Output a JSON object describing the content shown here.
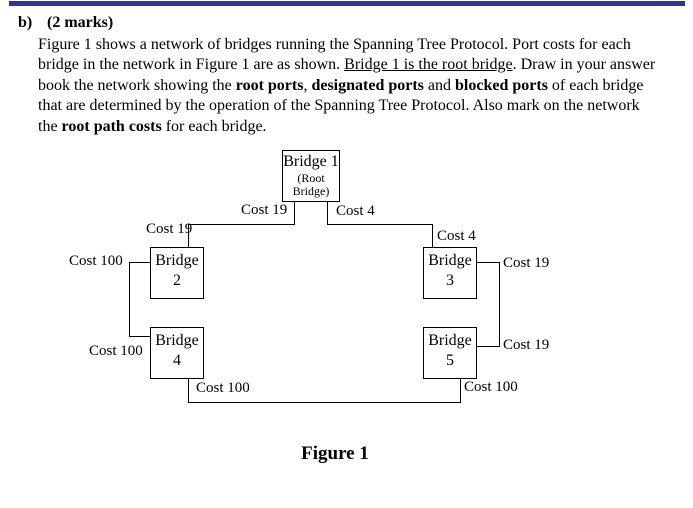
{
  "meta": {
    "top_bar_color": "#2c3792"
  },
  "question": {
    "label": "b)",
    "marks": "(2 marks)",
    "lines": [
      {
        "t1": "Figure 1 shows a network of bridges running the Spanning Tree Protocol. Port costs for each"
      },
      {
        "t1": "bridge in the network in Figure 1 are as shown. ",
        "u": "Bridge 1 is the root bridge",
        "t2": ". Draw in your answer"
      },
      {
        "t1": "book the network showing the ",
        "b1": "root ports",
        "t2": ", ",
        "b2": "designated ports",
        "t3": " and ",
        "b3": "blocked ports",
        "t4": " of each bridge"
      },
      {
        "t1": "that are determined by the operation of the Spanning Tree Protocol. Also mark on the network"
      },
      {
        "t1": "the ",
        "b1": "root path costs",
        "t2": " for each bridge."
      }
    ]
  },
  "diagram": {
    "bridge1": {
      "title": "Bridge 1",
      "sub1": "(Root",
      "sub2": "Bridge)"
    },
    "bridge2": {
      "title": "Bridge",
      "num": "2"
    },
    "bridge3": {
      "title": "Bridge",
      "num": "3"
    },
    "bridge4": {
      "title": "Bridge",
      "num": "4"
    },
    "bridge5": {
      "title": "Bridge",
      "num": "5"
    },
    "labels": {
      "root_left": "Cost 19",
      "root_right": "Cost 4",
      "b2_top": "Cost 19",
      "b3_top": "Cost 4",
      "b2_left": "Cost 100",
      "b3_right": "Cost 19",
      "b4_left": "Cost 100",
      "b5_right": "Cost 19",
      "b4_bottom": "Cost 100",
      "b5_bottom": "Cost 100"
    },
    "caption": "Figure 1"
  }
}
